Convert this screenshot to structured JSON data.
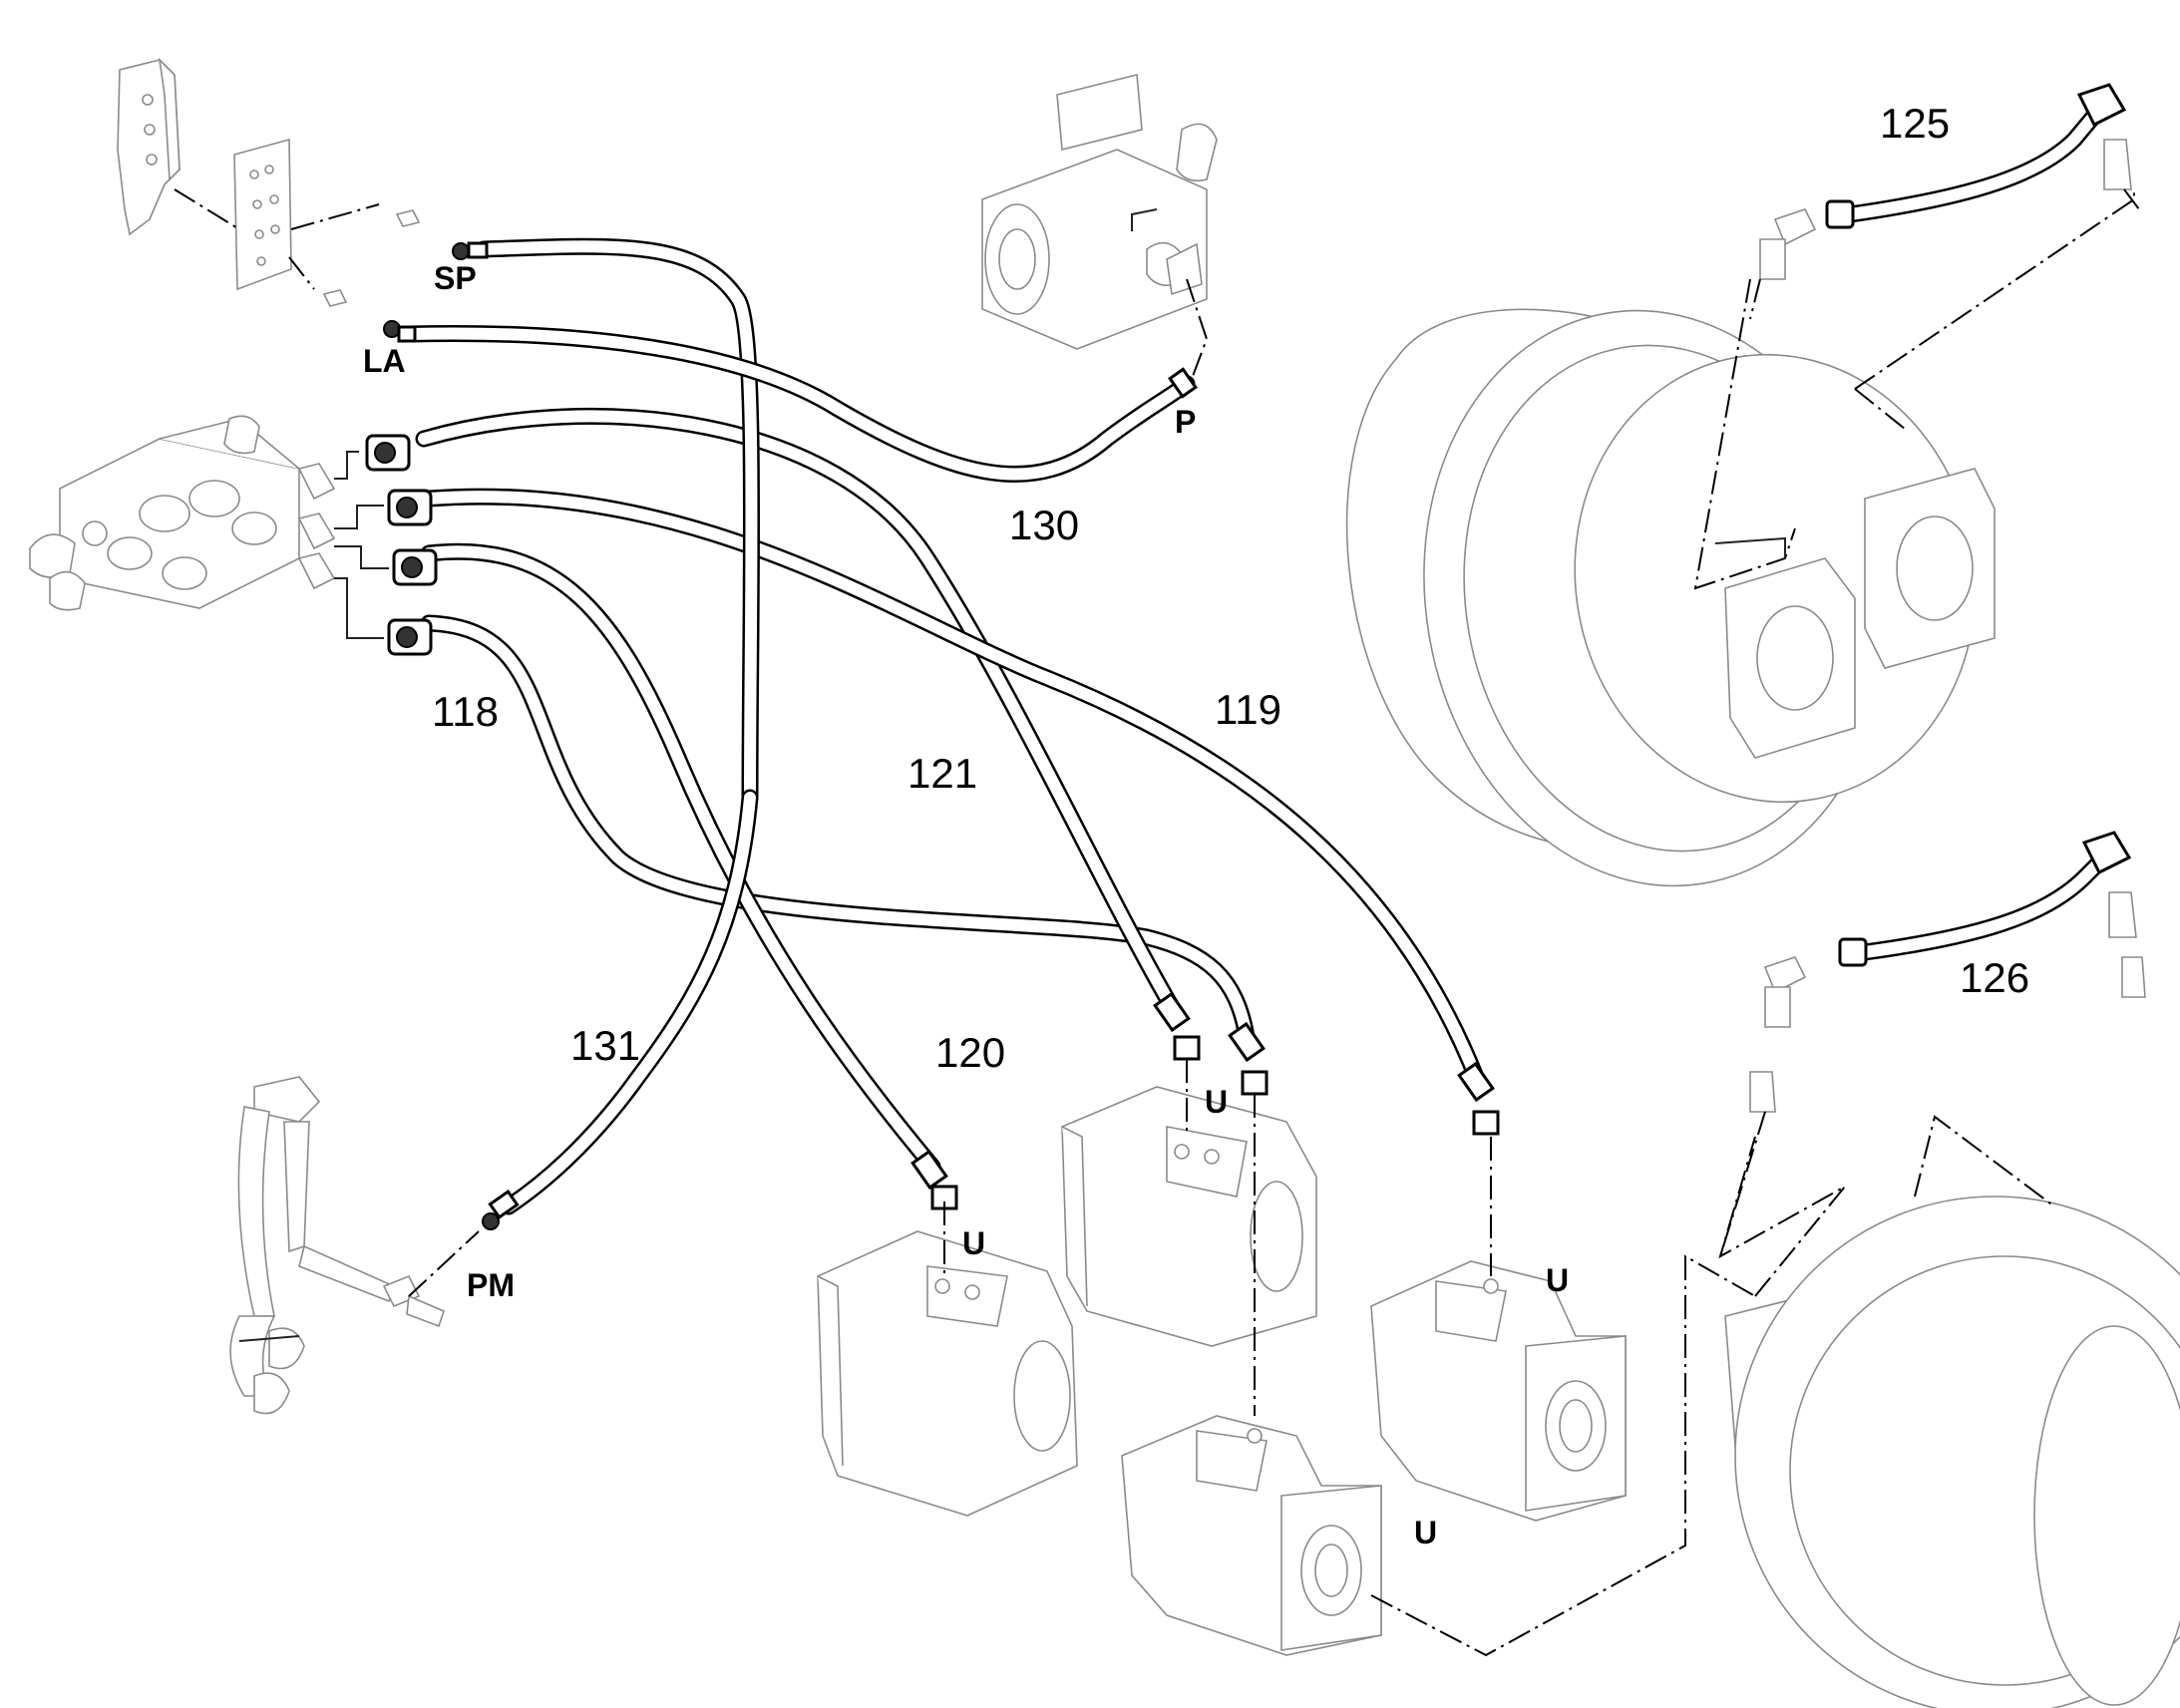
{
  "labels": {
    "n118": "118",
    "n119": "119",
    "n120": "120",
    "n121": "121",
    "n125": "125",
    "n126": "126",
    "n130": "130",
    "n131": "131"
  },
  "ports": {
    "sp": "SP",
    "la": "LA",
    "p": "P",
    "pm": "PM",
    "u1": "U",
    "u2": "U",
    "u3": "U",
    "u4": "U"
  }
}
